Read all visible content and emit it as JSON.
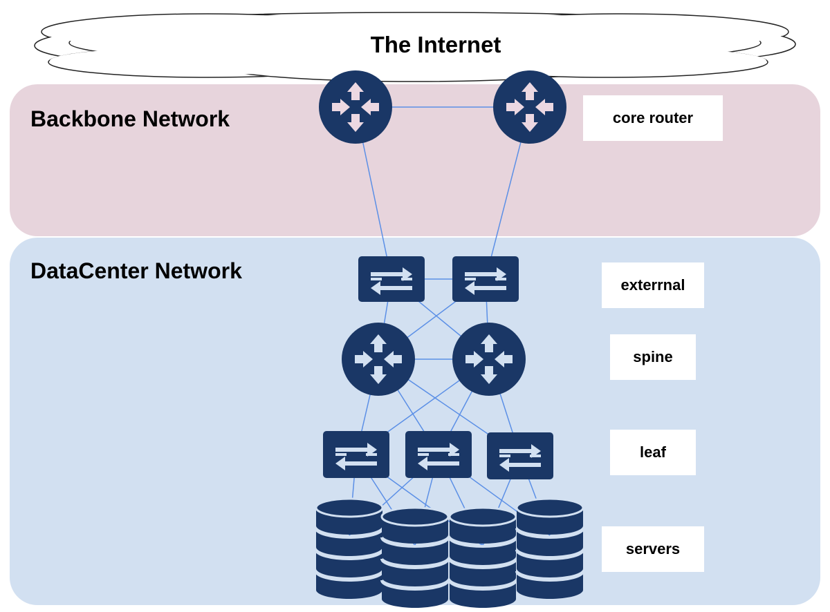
{
  "internet": {
    "title": "The Internet"
  },
  "backbone": {
    "title": "Backbone Network"
  },
  "datacenter": {
    "title": "DataCenter Network"
  },
  "tiers": {
    "core": "core router",
    "external": "exterrnal",
    "spine": "spine",
    "leaf": "leaf",
    "servers": "servers"
  },
  "colors": {
    "device": "#1a3766",
    "link": "#5b8fe6",
    "backbone_zone": "#e7d4dc",
    "datacenter_zone": "#d2e0f1",
    "glyph": "#ecd8e2"
  },
  "icons": {
    "router": "router-icon",
    "switch": "switch-icon",
    "server": "database-server-icon",
    "cloud": "cloud-icon"
  }
}
